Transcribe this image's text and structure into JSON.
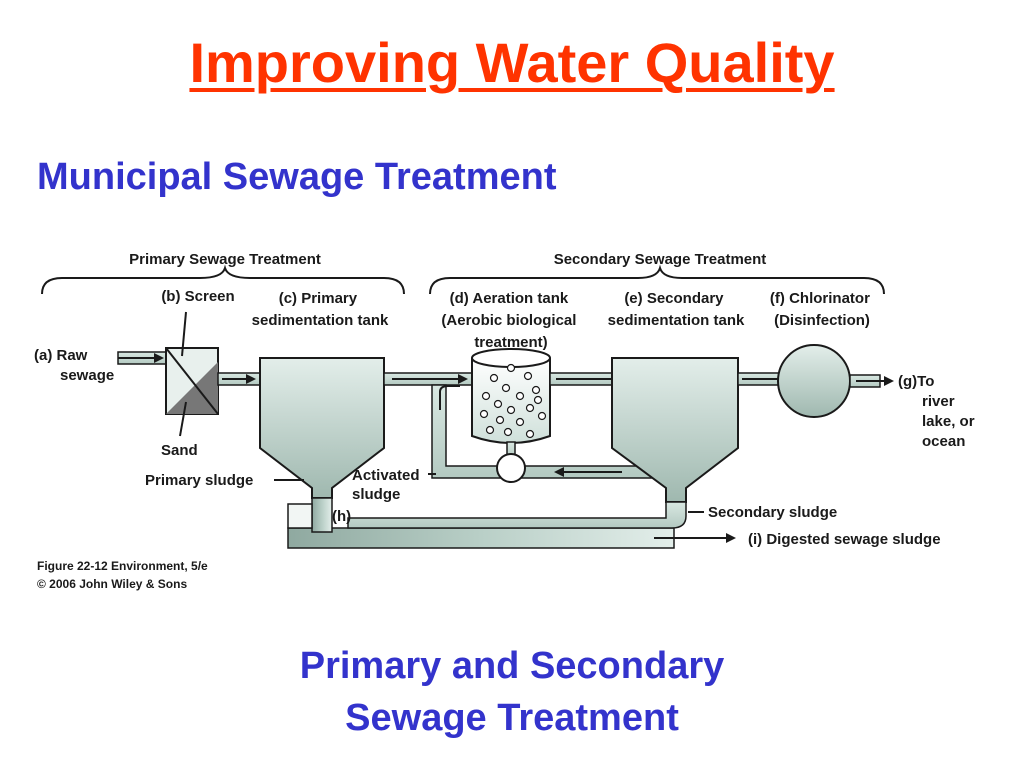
{
  "title": "Improving Water Quality",
  "subtitle": "Municipal Sewage Treatment",
  "bottom_caption": {
    "line1": "Primary and Secondary",
    "line2": "Sewage Treatment"
  },
  "diagram": {
    "primary_header": "Primary Sewage Treatment",
    "secondary_header": "Secondary Sewage Treatment",
    "labels": {
      "raw_sewage": [
        "(a) Raw",
        "sewage"
      ],
      "screen": "(b) Screen",
      "primary_tank": [
        "(c) Primary",
        "sedimentation tank"
      ],
      "aeration_tank": [
        "(d) Aeration tank",
        "(Aerobic biological",
        "treatment)"
      ],
      "secondary_tank": [
        "(e) Secondary",
        "sedimentation tank"
      ],
      "chlorinator": [
        "(f) Chlorinator",
        "(Disinfection)"
      ],
      "outflow": [
        "(g)To",
        "river",
        "lake, or",
        "ocean"
      ],
      "sand": "Sand",
      "primary_sludge": "Primary sludge",
      "activated_sludge": [
        "Activated",
        "sludge"
      ],
      "h": "(h)",
      "secondary_sludge": "Secondary sludge",
      "digested_sludge": "(i) Digested sewage sludge"
    },
    "credit": [
      "Figure 22-12  Environment, 5/e",
      "© 2006 John Wiley & Sons"
    ],
    "colors": {
      "water_light": "#d9e8e2",
      "water_mid": "#b9cfc7",
      "water_dark": "#8fa9a0",
      "outline": "#1a1a1a"
    }
  }
}
